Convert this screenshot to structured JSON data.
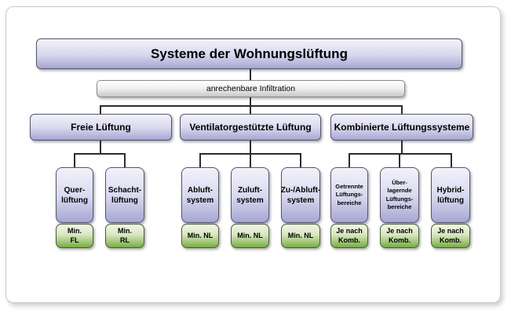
{
  "diagram": {
    "title": "Systeme der Wohnungslüftung",
    "infiltration_label": "anrechenbare Infiltration",
    "groups": [
      {
        "label": "Freie Lüftung",
        "systems": [
          {
            "label": "Quer-\nlüftung",
            "requirement": "Min.\nFL"
          },
          {
            "label": "Schacht-\nlüftung",
            "requirement": "Min.\nRL"
          }
        ]
      },
      {
        "label": "Ventilatorgestützte Lüftung",
        "systems": [
          {
            "label": "Abluft-\nsystem",
            "requirement": "Min. NL"
          },
          {
            "label": "Zuluft-\nsystem",
            "requirement": "Min. NL"
          },
          {
            "label": "Zu-/Abluft-\nsystem",
            "requirement": "Min. NL"
          }
        ]
      },
      {
        "label": "Kombinierte Lüftungssysteme",
        "systems": [
          {
            "label": "Getrennte\nLüftungs-\nbereiche",
            "requirement": "Je nach\nKomb."
          },
          {
            "label": "Über-\nlagernde\nLüftungs-\nbereiche",
            "requirement": "Je nach\nKomb."
          },
          {
            "label": "Hybrid-\nlüftung",
            "requirement": "Je nach\nKomb."
          }
        ]
      }
    ],
    "colors": {
      "node_fill_top": "#f2f2fb",
      "node_fill_bottom": "#a6a6d3",
      "infiltration_fill_top": "#ffffff",
      "infiltration_fill_bottom": "#c7c7c7",
      "requirement_fill_top": "#f2f6e9",
      "requirement_fill_bottom": "#78ad44",
      "connector_line": "#2d2d2d"
    }
  }
}
